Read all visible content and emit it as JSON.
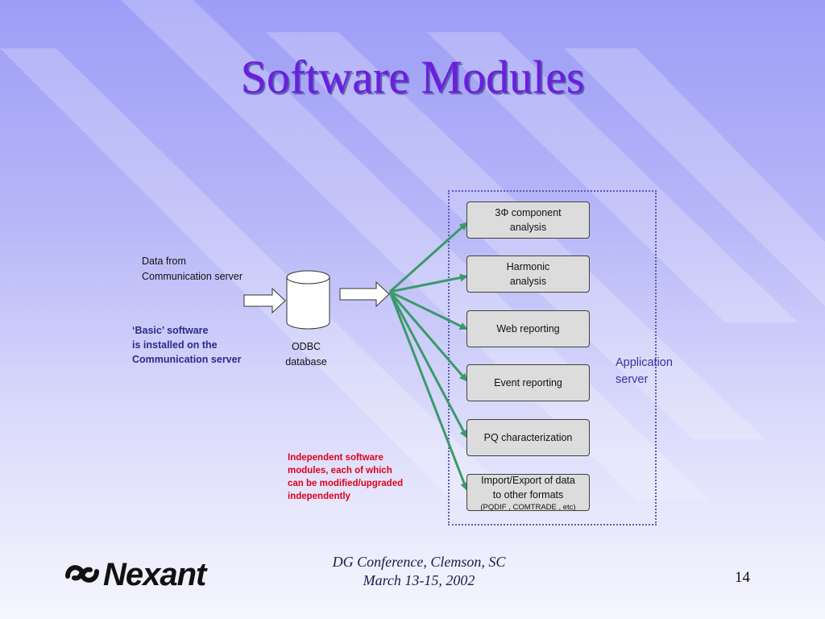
{
  "slide": {
    "title": "Software Modules",
    "data_source_label_line1": "Data from",
    "data_source_label_line2": "Communication server",
    "basic_note_line1": "‘Basic’ software",
    "basic_note_line2": "is installed on the",
    "basic_note_line3": "Communication server",
    "database_label_line1": "ODBC",
    "database_label_line2": "database",
    "independent_note_line1": "Independent software",
    "independent_note_line2": "modules, each of which",
    "independent_note_line3": "can be modified/upgraded",
    "independent_note_line4": "independently",
    "app_server_line1": "Application",
    "app_server_line2": "server",
    "modules": [
      {
        "line1": "3Φ  component",
        "line2": "analysis"
      },
      {
        "line1": "Harmonic",
        "line2": "analysis"
      },
      {
        "line1": "Web reporting"
      },
      {
        "line1": "Event reporting"
      },
      {
        "line1": "PQ characterization"
      },
      {
        "line1": "Import/Export of data",
        "line2": "to other formats",
        "line3": "(PQDIF , COMTRADE , etc)"
      }
    ],
    "footer_line1": "DG Conference, Clemson, SC",
    "footer_line2": "March 13-15, 2002",
    "page_number": "14",
    "logo_text": "Nexant"
  },
  "colors": {
    "title": "#6a1fe0",
    "arrow": "#3a9a6a",
    "note_blue": "#2b2b8a",
    "note_red": "#e0001a"
  },
  "icons": [
    "database-cylinder-icon",
    "block-arrow-icon",
    "nexant-logo-icon"
  ]
}
